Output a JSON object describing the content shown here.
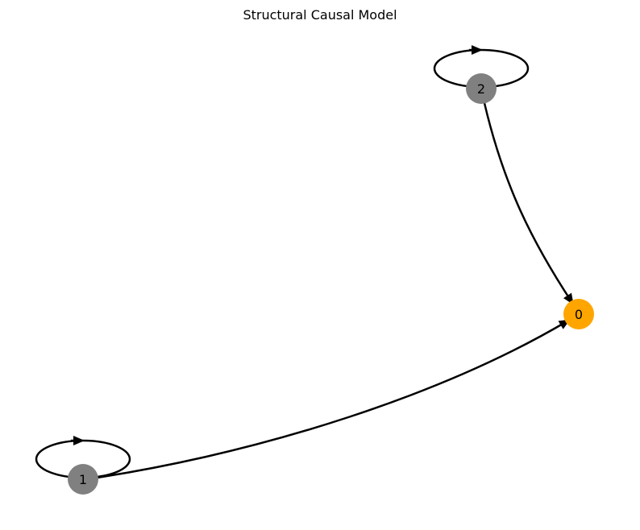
{
  "title": "Structural Causal Model",
  "colors": {
    "target_node": "#ffa500",
    "other_node": "#808080",
    "edge": "#000000"
  },
  "nodes": [
    {
      "id": "0",
      "label": "0",
      "role": "target"
    },
    {
      "id": "1",
      "label": "1",
      "role": "other"
    },
    {
      "id": "2",
      "label": "2",
      "role": "other"
    }
  ],
  "edges": [
    {
      "from": "1",
      "to": "1",
      "type": "self-loop"
    },
    {
      "from": "2",
      "to": "2",
      "type": "self-loop"
    },
    {
      "from": "1",
      "to": "0",
      "type": "directed"
    },
    {
      "from": "2",
      "to": "0",
      "type": "directed"
    }
  ]
}
